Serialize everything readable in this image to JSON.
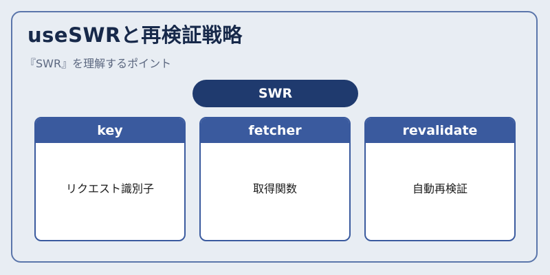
{
  "title": "useSWRと再検証戦略",
  "subtitle": "『SWR』を理解するポイント",
  "root": {
    "label": "SWR"
  },
  "cards": [
    {
      "header": "key",
      "body": "リクエスト識別子"
    },
    {
      "header": "fetcher",
      "body": "取得関数"
    },
    {
      "header": "revalidate",
      "body": "自動再検証"
    }
  ]
}
